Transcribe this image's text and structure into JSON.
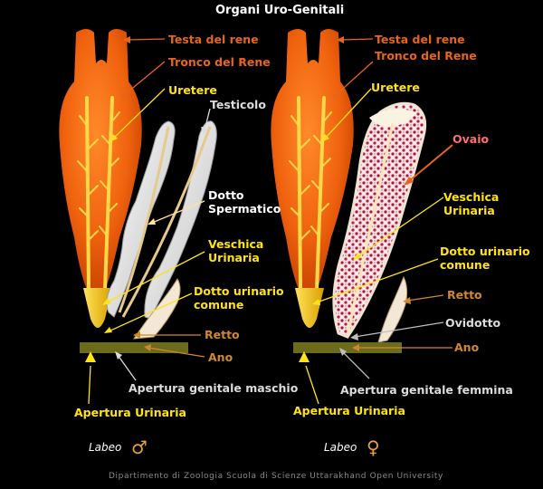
{
  "title": "Organi Uro-Genitali",
  "male": {
    "labels": {
      "testa": "Testa del rene",
      "tronco": "Tronco del Rene",
      "uretere": "Uretere",
      "testicolo": "Testicolo",
      "dotto_spermatico": [
        "Dotto",
        "Spermatico"
      ],
      "veschica": [
        "Veschica",
        "Urinaria"
      ],
      "dotto_urinario": [
        "Dotto urinario",
        "comune"
      ],
      "retto": "Retto",
      "ano": "Ano",
      "apertura_genitale": "Apertura genitale maschio",
      "apertura_urinaria": "Apertura Urinaria"
    },
    "caption": "Labeo",
    "symbol": "♂"
  },
  "female": {
    "labels": {
      "testa": "Testa del rene",
      "tronco": "Tronco del Rene",
      "uretere": "Uretere",
      "ovaio": "Ovaio",
      "veschica": [
        "Veschica",
        "Urinaria"
      ],
      "dotto_urinario": [
        "Dotto urinario",
        "comune"
      ],
      "retto": "Retto",
      "ovidotto": "Ovidotto",
      "ano": "Ano",
      "apertura_genitale": "Apertura genitale femmina",
      "apertura_urinaria": "Apertura Urinaria"
    },
    "caption": "Labeo",
    "symbol": "♀"
  },
  "credit": "Dipartimento di Zoologia Scuola di Scienze Uttarakhand Open University",
  "colors": {
    "kidney": "#f0620e",
    "ureter": "#ffd84a",
    "bladder": "#f5c400",
    "orange_label": "#e8641c",
    "yellow_label": "#ffe21a",
    "grey_label": "#dcdcdc",
    "brown_label": "#d0882f",
    "ovary_label": "#ff6f6f"
  }
}
